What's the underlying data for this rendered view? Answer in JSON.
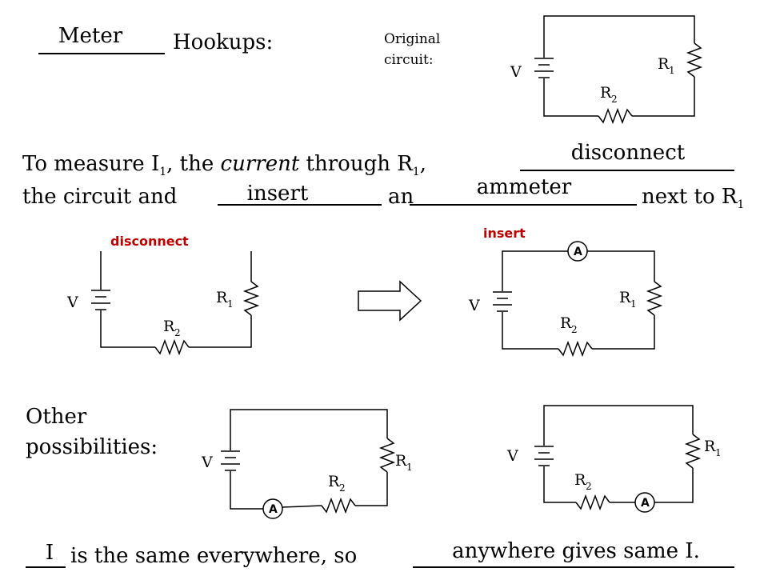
{
  "title": {
    "blank_word": "Meter",
    "rest": "Hookups:"
  },
  "original_label": "Original circuit:",
  "sentence": {
    "line1_a": "To measure I",
    "line1_sub": "1",
    "line1_b": ", the ",
    "line1_italic": "current",
    "line1_c": " through R",
    "line1_sub2": "1",
    "line1_d": ",",
    "line2_a": "the circuit and",
    "line2_b": "an",
    "line2_c": "next to R",
    "line2_sub": "1",
    "blank_disconnect": "disconnect",
    "blank_insert": "insert",
    "blank_ammeter": "ammeter"
  },
  "red_labels": {
    "disconnect": "disconnect",
    "insert": "insert",
    "color": "#c00000"
  },
  "other_label": "Other possibilities:",
  "bottom": {
    "blank_I": "I",
    "middle": "is the same everywhere, so",
    "blank_answer": "anywhere gives same I."
  },
  "circuit_labels": {
    "V": "V",
    "R": "R",
    "sub1": "1",
    "sub2": "2",
    "ammeter": "A"
  }
}
